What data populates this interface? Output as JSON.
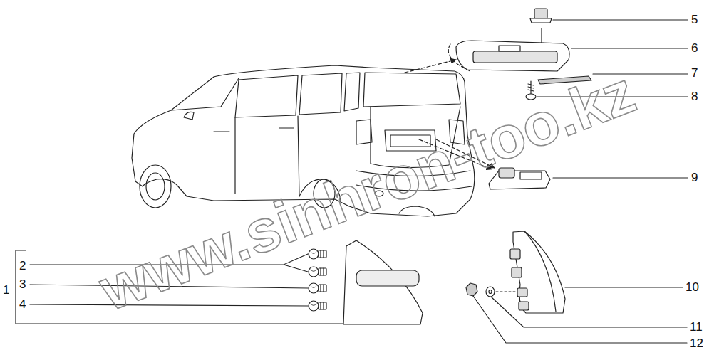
{
  "diagram": {
    "labels": [
      "1",
      "2",
      "3",
      "4",
      "5",
      "6",
      "7",
      "8",
      "9",
      "10",
      "11",
      "12",
      "www.sinhron-too.kz"
    ]
  }
}
